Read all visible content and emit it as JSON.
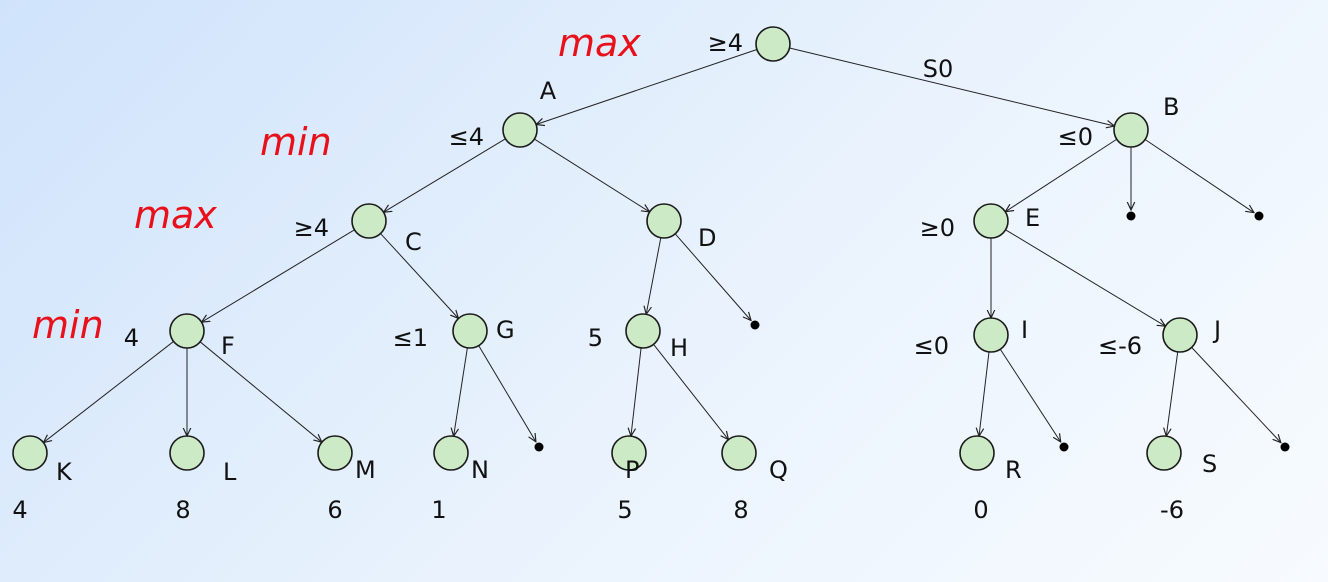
{
  "nodes": [
    {
      "id": "root",
      "label": "",
      "bound": "≥4"
    },
    {
      "id": "A",
      "label": "A",
      "bound": "≤4"
    },
    {
      "id": "B",
      "label": "B",
      "bound": "≤0"
    },
    {
      "id": "C",
      "label": "C",
      "bound": "≥4"
    },
    {
      "id": "D",
      "label": "D",
      "bound": ""
    },
    {
      "id": "E",
      "label": "E",
      "bound": "≥0"
    },
    {
      "id": "F",
      "label": "F",
      "bound": "4"
    },
    {
      "id": "G",
      "label": "G",
      "bound": "≤1"
    },
    {
      "id": "H",
      "label": "H",
      "bound": "5"
    },
    {
      "id": "I",
      "label": "I",
      "bound": "≤0"
    },
    {
      "id": "J",
      "label": "J",
      "bound": "≤-6"
    },
    {
      "id": "K",
      "label": "K",
      "value": "4"
    },
    {
      "id": "L",
      "label": "L",
      "value": "8"
    },
    {
      "id": "M",
      "label": "M",
      "value": "6"
    },
    {
      "id": "N",
      "label": "N",
      "value": "1"
    },
    {
      "id": "P",
      "label": "P",
      "value": "5"
    },
    {
      "id": "Q",
      "label": "Q",
      "value": "8"
    },
    {
      "id": "R",
      "label": "R",
      "value": "0"
    },
    {
      "id": "S",
      "label": "S",
      "value": "-6"
    }
  ],
  "edges": [
    [
      "root",
      "A"
    ],
    [
      "root",
      "B"
    ],
    [
      "A",
      "C"
    ],
    [
      "A",
      "D"
    ],
    [
      "B",
      "E"
    ],
    [
      "B",
      "B_p1"
    ],
    [
      "B",
      "B_p2"
    ],
    [
      "C",
      "F"
    ],
    [
      "C",
      "G"
    ],
    [
      "D",
      "H"
    ],
    [
      "D",
      "D_p1"
    ],
    [
      "E",
      "I"
    ],
    [
      "E",
      "J"
    ],
    [
      "F",
      "K"
    ],
    [
      "F",
      "L"
    ],
    [
      "F",
      "M"
    ],
    [
      "G",
      "N"
    ],
    [
      "G",
      "G_p1"
    ],
    [
      "H",
      "P"
    ],
    [
      "H",
      "Q"
    ],
    [
      "I",
      "R"
    ],
    [
      "I",
      "I_p1"
    ],
    [
      "J",
      "S"
    ],
    [
      "J",
      "J_p1"
    ]
  ],
  "edge_labels": [
    {
      "edge": "root-B",
      "text": "S0"
    }
  ],
  "pruned": [
    "B_p1",
    "B_p2",
    "D_p1",
    "G_p1",
    "I_p1",
    "J_p1"
  ],
  "annotations": [
    {
      "id": "ann-max-1",
      "text": "max"
    },
    {
      "id": "ann-min-1",
      "text": "min"
    },
    {
      "id": "ann-max-2",
      "text": "max"
    },
    {
      "id": "ann-min-2",
      "text": "min"
    }
  ]
}
